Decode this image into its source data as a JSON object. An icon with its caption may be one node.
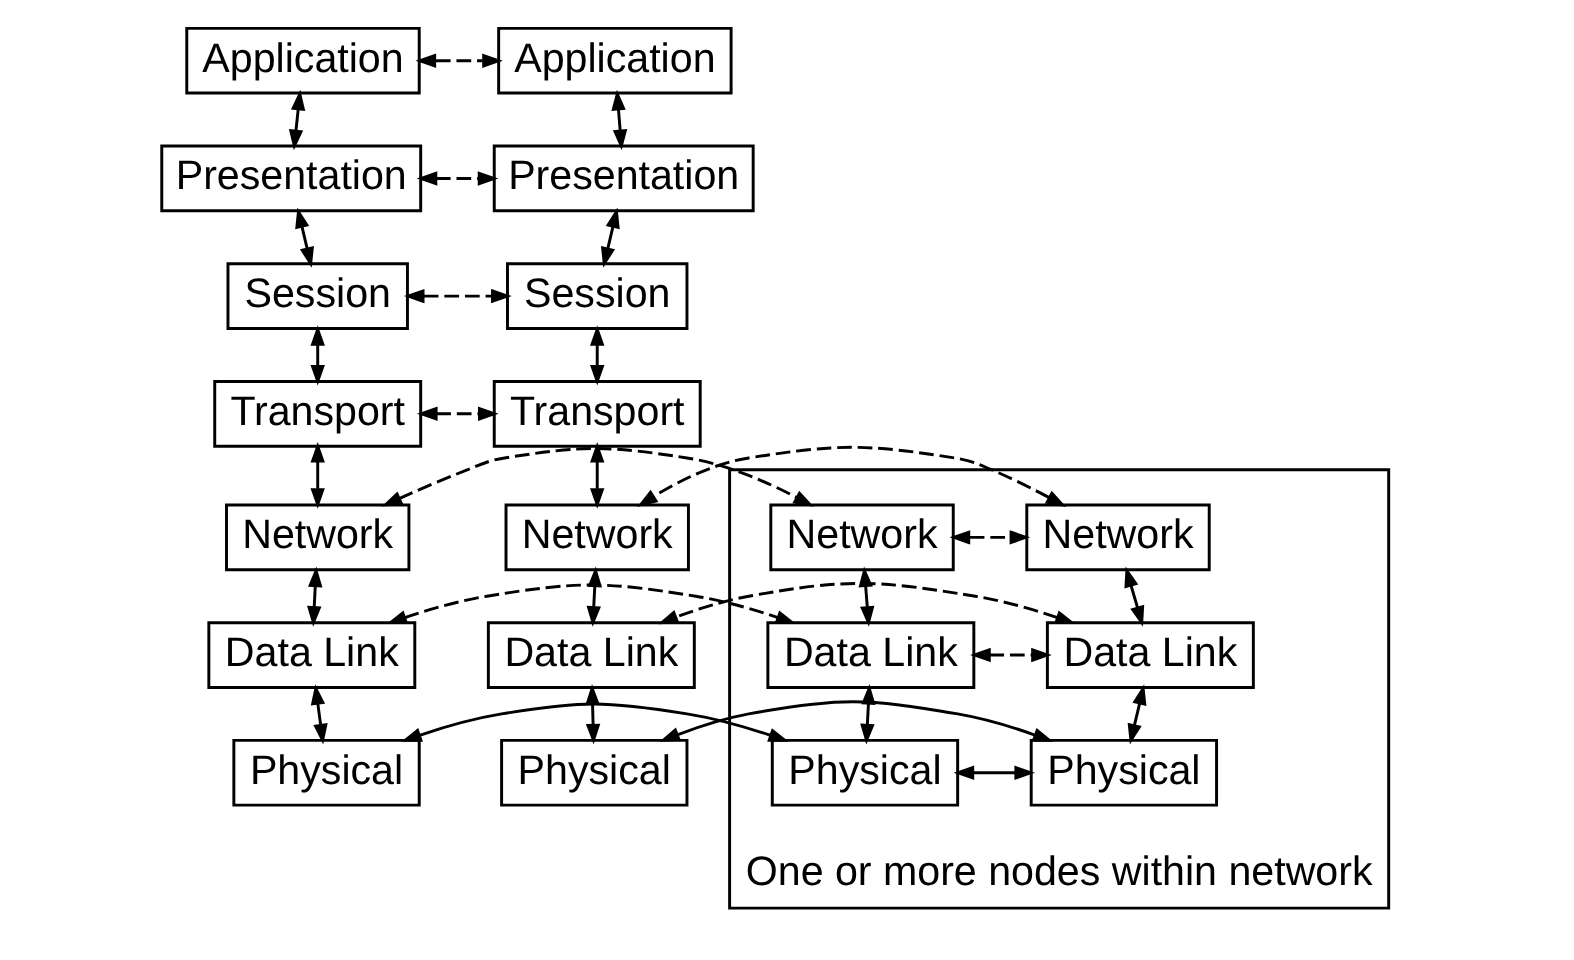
{
  "diagram": {
    "nodes": [
      {
        "text": [
          "Application"
        ]
      },
      {
        "text": [
          "Presentation"
        ]
      },
      {
        "text": [
          "Session"
        ]
      },
      {
        "text": [
          "Transport"
        ]
      },
      {
        "text": [
          "Network"
        ]
      },
      {
        "text": [
          "Data Link"
        ]
      },
      {
        "text": [
          "Physical"
        ]
      },
      {
        "text": [
          "One or more nodes within network"
        ]
      },
      {
        "text": [
          "Network"
        ],
        "in": 7
      },
      {
        "text": [
          "Network"
        ],
        "in": 7
      },
      {
        "text": [
          "Data Link"
        ],
        "in": 7
      },
      {
        "text": [
          "Data Link"
        ],
        "in": 7
      },
      {
        "text": [
          "Physical"
        ],
        "in": 7
      },
      {
        "text": [
          "Physical"
        ],
        "in": 7
      },
      {
        "text": [
          "Application"
        ]
      },
      {
        "text": [
          "Presentation"
        ]
      },
      {
        "text": [
          "Session"
        ]
      },
      {
        "text": [
          "Transport"
        ]
      },
      {
        "text": [
          "Network"
        ]
      },
      {
        "text": [
          "Data Link"
        ]
      },
      {
        "text": [
          "Physical"
        ]
      }
    ],
    "edges": [
      {
        "from": 0,
        "to": 14,
        "arrow": "both",
        "style": "dashed"
      },
      {
        "from": 0,
        "to": 1,
        "arrow": "both"
      },
      {
        "from": 14,
        "to": 15,
        "arrow": "both"
      },
      {
        "from": 1,
        "to": 15,
        "arrow": "both",
        "style": "dashed"
      },
      {
        "from": 1,
        "to": 2,
        "arrow": "both"
      },
      {
        "from": 15,
        "to": 16,
        "arrow": "both"
      },
      {
        "from": 2,
        "to": 16,
        "arrow": "both",
        "style": "dashed"
      },
      {
        "from": 2,
        "to": 3,
        "arrow": "both"
      },
      {
        "from": 16,
        "to": 17,
        "arrow": "both"
      },
      {
        "from": 3,
        "to": 17,
        "arrow": "both",
        "style": "dashed"
      },
      {
        "from": 3,
        "to": 4,
        "arrow": "both"
      },
      {
        "from": 17,
        "to": 18,
        "arrow": "both"
      },
      {
        "from": 4,
        "to": 8,
        "arrow": "both",
        "style": "dashed"
      },
      {
        "from": 8,
        "to": 9,
        "arrow": "both",
        "style": "dashed"
      },
      {
        "from": 9,
        "to": 18,
        "arrow": "both",
        "style": "dashed"
      },
      {
        "from": 4,
        "to": 5,
        "arrow": "both"
      },
      {
        "from": 8,
        "to": 10,
        "arrow": "both"
      },
      {
        "from": 9,
        "to": 11,
        "arrow": "both"
      },
      {
        "from": 18,
        "to": 19,
        "arrow": "both"
      },
      {
        "from": 5,
        "to": 10,
        "arrow": "both",
        "style": "dashed"
      },
      {
        "from": 10,
        "to": 11,
        "arrow": "both",
        "style": "dashed"
      },
      {
        "from": 11,
        "to": 19,
        "arrow": "both",
        "style": "dashed"
      },
      {
        "from": 5,
        "to": 6,
        "arrow": "both"
      },
      {
        "from": 10,
        "to": 12,
        "arrow": "both"
      },
      {
        "from": 11,
        "to": 13,
        "arrow": "both"
      },
      {
        "from": 19,
        "to": 20,
        "arrow": "both"
      },
      {
        "from": 6,
        "to": 12,
        "arrow": "both"
      },
      {
        "from": 12,
        "to": 13,
        "arrow": "both"
      },
      {
        "from": 13,
        "to": 20,
        "arrow": "both"
      }
    ]
  }
}
